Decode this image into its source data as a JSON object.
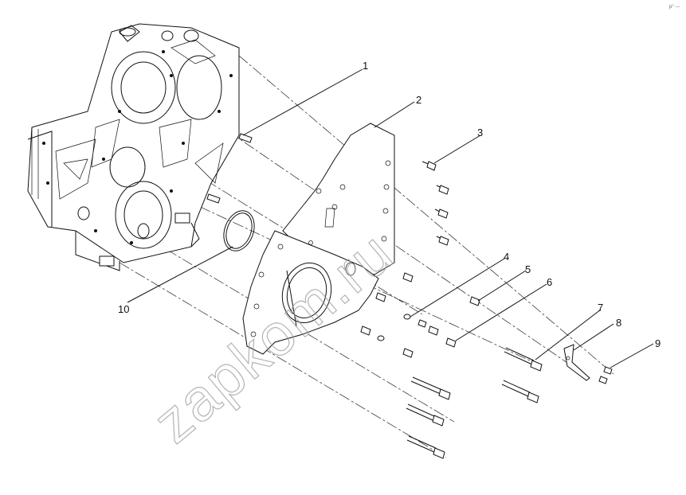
{
  "diagram": {
    "callouts": [
      {
        "id": "1",
        "label": "1"
      },
      {
        "id": "2",
        "label": "2"
      },
      {
        "id": "3",
        "label": "3"
      },
      {
        "id": "4",
        "label": "4"
      },
      {
        "id": "5",
        "label": "5"
      },
      {
        "id": "6",
        "label": "6"
      },
      {
        "id": "7",
        "label": "7"
      },
      {
        "id": "8",
        "label": "8"
      },
      {
        "id": "9",
        "label": "9"
      },
      {
        "id": "10",
        "label": "10"
      }
    ],
    "watermark": "zapkom.ru",
    "corner_mark": "p° ---"
  }
}
